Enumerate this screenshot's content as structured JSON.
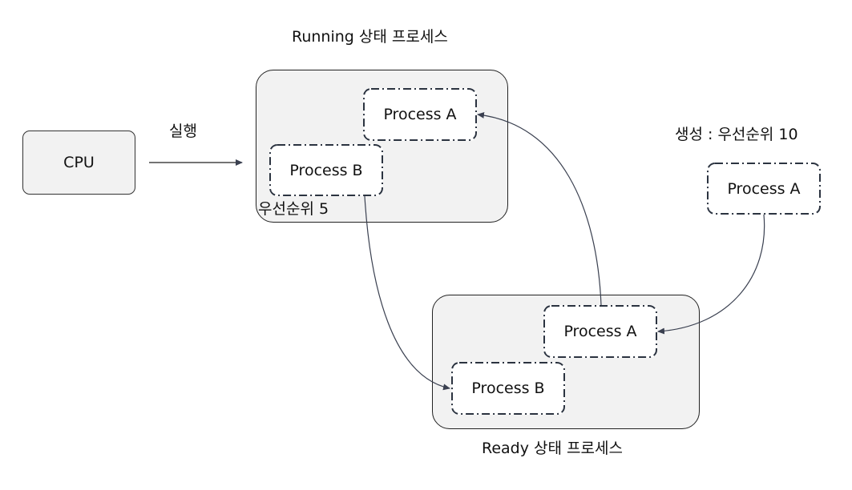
{
  "running": {
    "title": "Running 상태 프로세스",
    "priority_label": "우선순위 5",
    "process_a": "Process A",
    "process_b": "Process B"
  },
  "ready": {
    "title": "Ready 상태 프로세스",
    "process_a": "Process A",
    "process_b": "Process B"
  },
  "cpu": {
    "label": "CPU"
  },
  "execute_label": "실행",
  "new_process": {
    "caption": "생성 : 우선순위 10",
    "label": "Process A"
  },
  "colors": {
    "container_fill": "#f2f2f2",
    "dash_border": "#2b3340",
    "arrow": "#3a4050"
  }
}
